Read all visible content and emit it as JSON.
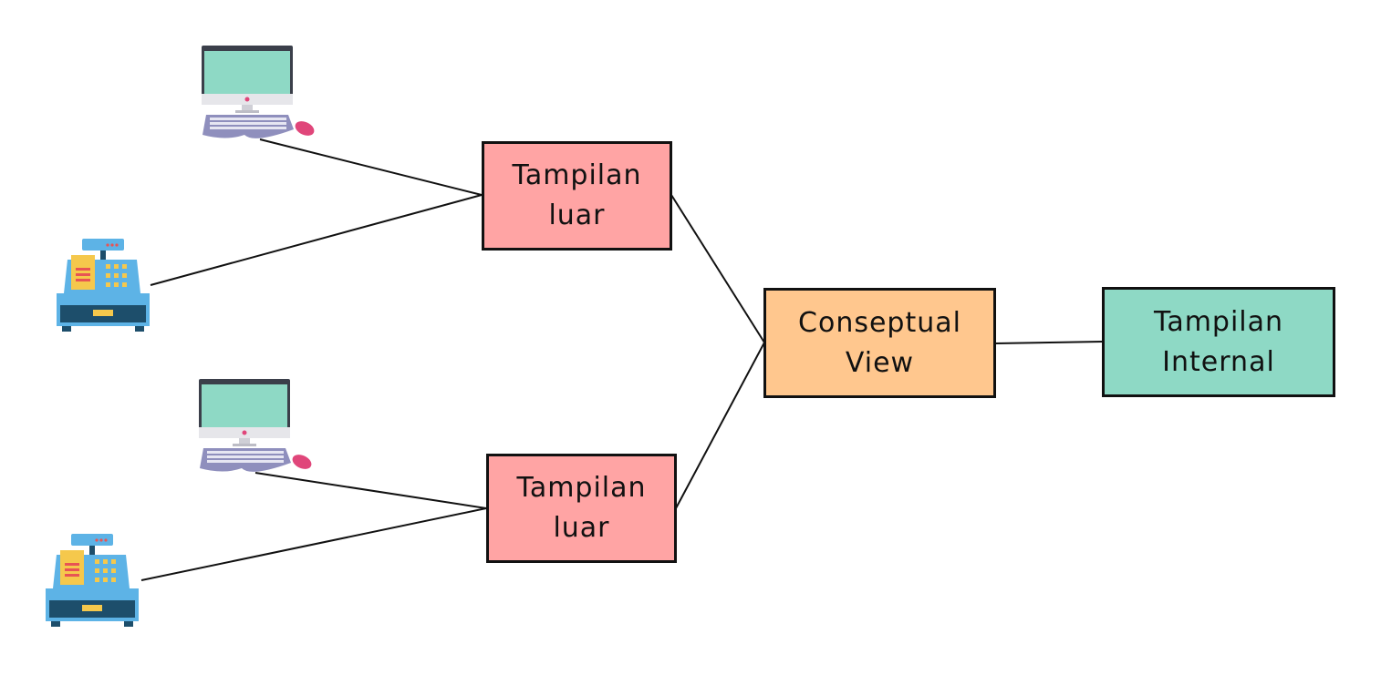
{
  "nodes": {
    "external_view_top": {
      "label": "Tampilan\nluar",
      "fill": "#ffa4a4"
    },
    "external_view_bottom": {
      "label": "Tampilan\nluar",
      "fill": "#ffa4a4"
    },
    "conceptual_view": {
      "label": "Conseptual\nView",
      "fill": "#ffc78e"
    },
    "internal_view": {
      "label": "Tampilan\nInternal",
      "fill": "#8ed9c5"
    }
  },
  "icons": {
    "computer": "desktop-computer-icon",
    "cash_register": "cash-register-icon"
  },
  "colors": {
    "line": "#111111",
    "monitor_screen": "#8ed9c5",
    "monitor_frame": "#3b3f4a",
    "keyboard": "#8f8fbd",
    "mouse": "#e0467a",
    "register_body": "#5db3e6",
    "register_dark": "#1d4e6b",
    "register_yellow": "#f5c84c",
    "receipt_red": "#e85454"
  }
}
